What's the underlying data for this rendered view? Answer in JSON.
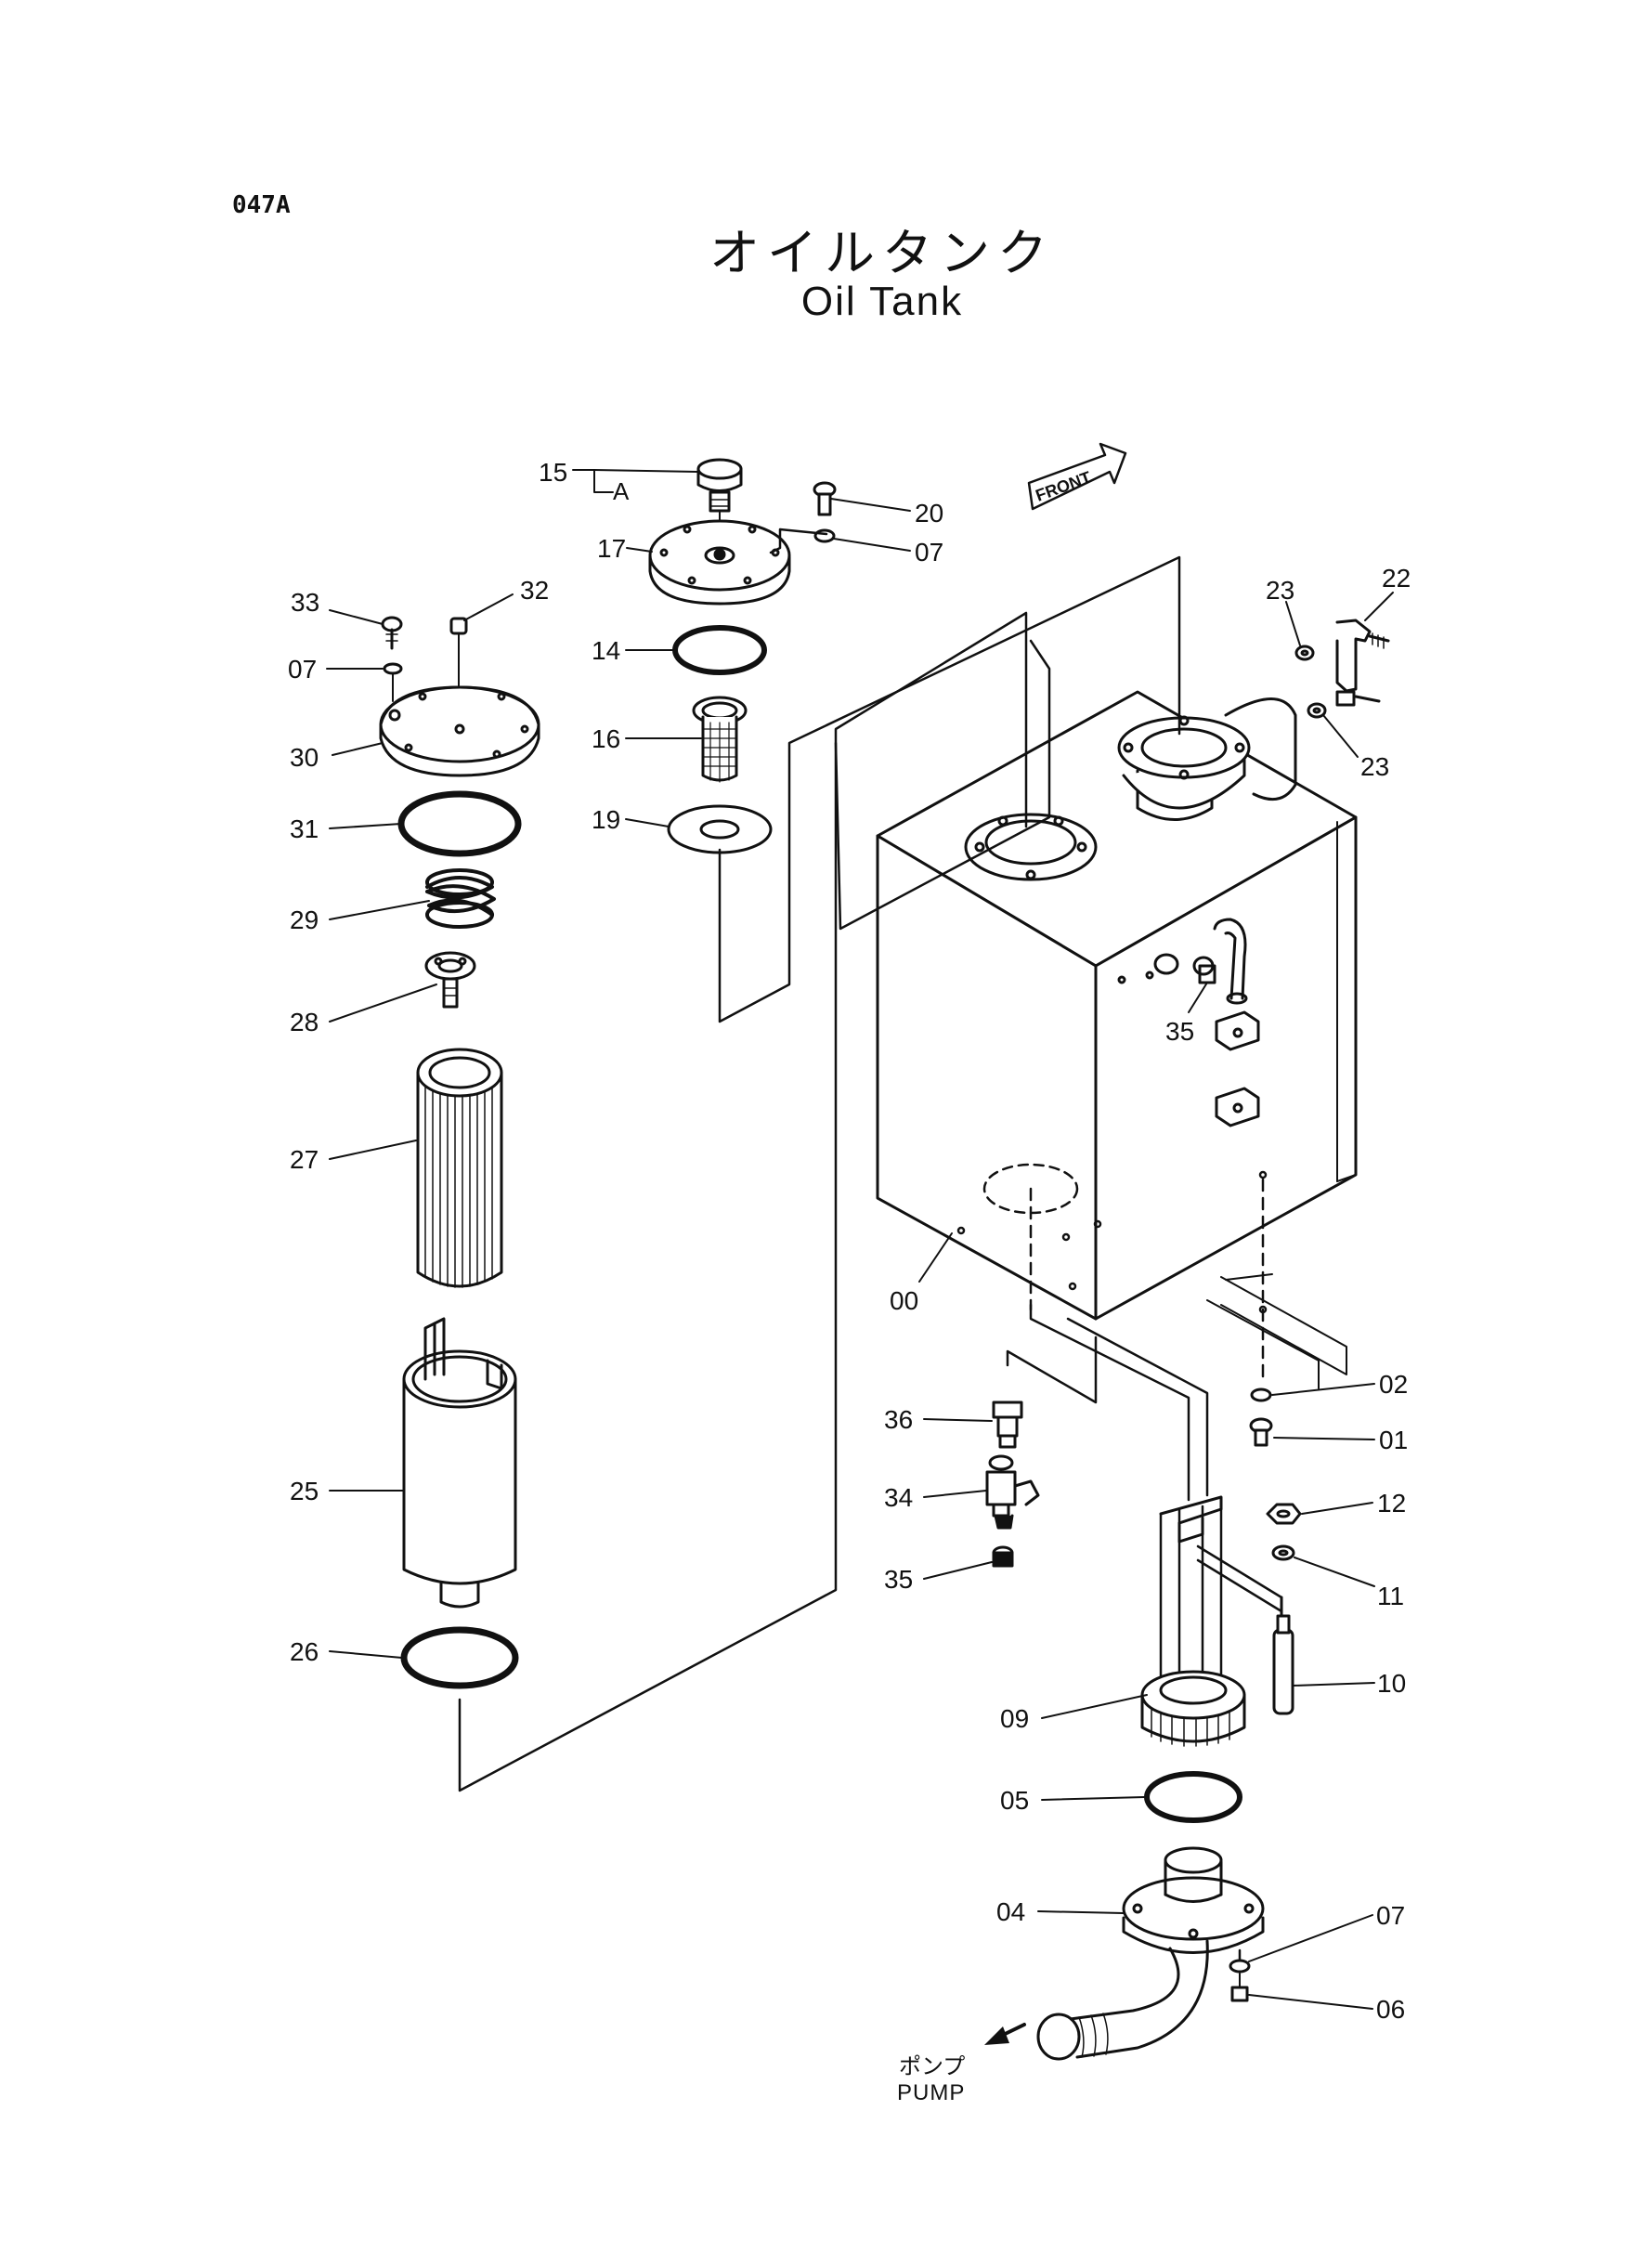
{
  "header": {
    "page_code": "047A",
    "title_ja": "オイルタンク",
    "title_en": "Oil Tank"
  },
  "labels": {
    "front": "FRONT",
    "pump_ja": "ポンプ",
    "pump_en": "PUMP",
    "sub_a": "A"
  },
  "parts": [
    {
      "id": "p15",
      "text": "15"
    },
    {
      "id": "p20",
      "text": "20"
    },
    {
      "id": "p17",
      "text": "17"
    },
    {
      "id": "p07a",
      "text": "07"
    },
    {
      "id": "p33",
      "text": "33"
    },
    {
      "id": "p32",
      "text": "32"
    },
    {
      "id": "p14",
      "text": "14"
    },
    {
      "id": "p07b",
      "text": "07"
    },
    {
      "id": "p23a",
      "text": "23"
    },
    {
      "id": "p22",
      "text": "22"
    },
    {
      "id": "p30",
      "text": "30"
    },
    {
      "id": "p16",
      "text": "16"
    },
    {
      "id": "p23b",
      "text": "23"
    },
    {
      "id": "p31",
      "text": "31"
    },
    {
      "id": "p19",
      "text": "19"
    },
    {
      "id": "p29",
      "text": "29"
    },
    {
      "id": "p28",
      "text": "28"
    },
    {
      "id": "p35a",
      "text": "35"
    },
    {
      "id": "p27",
      "text": "27"
    },
    {
      "id": "p00",
      "text": "00"
    },
    {
      "id": "p02",
      "text": "02"
    },
    {
      "id": "p36",
      "text": "36"
    },
    {
      "id": "p01",
      "text": "01"
    },
    {
      "id": "p25",
      "text": "25"
    },
    {
      "id": "p34",
      "text": "34"
    },
    {
      "id": "p12",
      "text": "12"
    },
    {
      "id": "p35b",
      "text": "35"
    },
    {
      "id": "p11",
      "text": "11"
    },
    {
      "id": "p26",
      "text": "26"
    },
    {
      "id": "p10",
      "text": "10"
    },
    {
      "id": "p09",
      "text": "09"
    },
    {
      "id": "p05",
      "text": "05"
    },
    {
      "id": "p04",
      "text": "04"
    },
    {
      "id": "p07c",
      "text": "07"
    },
    {
      "id": "p06",
      "text": "06"
    }
  ]
}
